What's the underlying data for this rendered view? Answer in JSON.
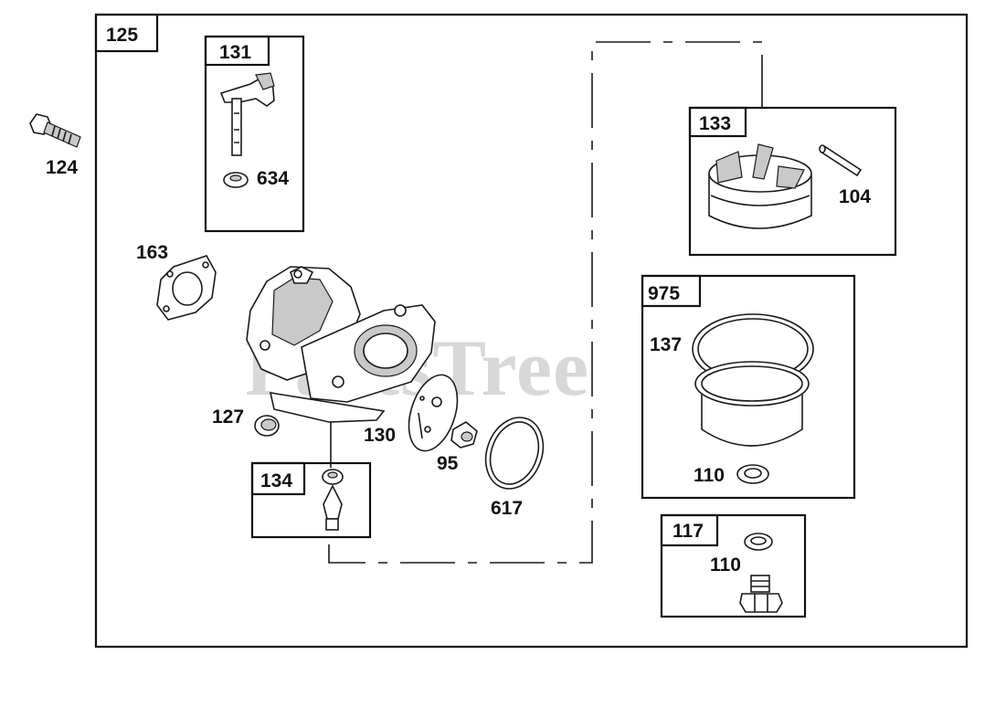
{
  "watermark": "PartsTree",
  "groups": {
    "main": "125",
    "throttle_shaft": "131",
    "float_bowl": "133",
    "inlet_needle": "134",
    "bowl_kit": "975",
    "nut_kit": "117"
  },
  "parts": {
    "screw": "124",
    "seal_ring": "634",
    "gasket": "163",
    "welch_plug": "127",
    "plate": "130",
    "jet": "95",
    "o_ring": "617",
    "pin": "104",
    "bowl_gasket": "137",
    "washer_975": "110",
    "washer_117": "110"
  }
}
